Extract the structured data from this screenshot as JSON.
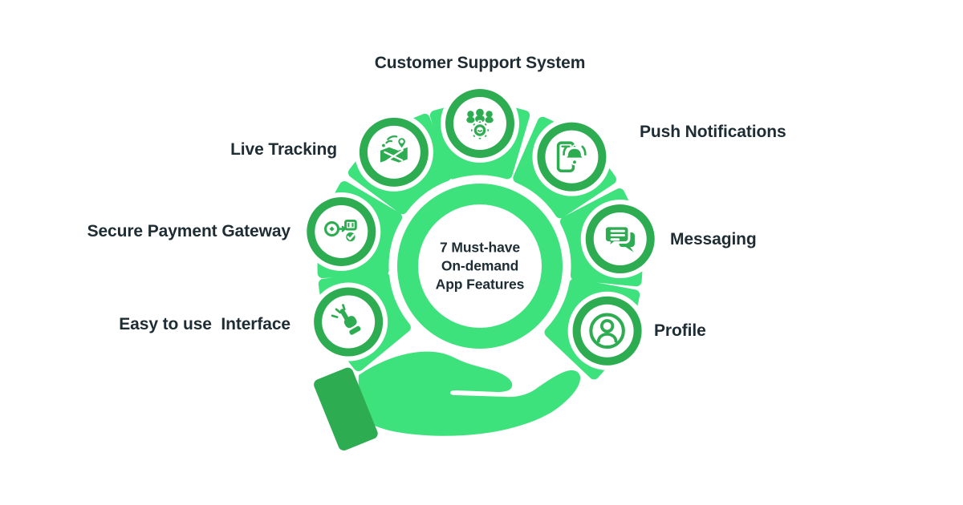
{
  "infographic": {
    "center_heading": "7 Must-have\nOn-demand\nApp Features"
  },
  "features": [
    {
      "label": "Customer Support System",
      "icon": "customer-support-icon"
    },
    {
      "label": "Push Notifications",
      "icon": "push-notifications-icon"
    },
    {
      "label": "Messaging",
      "icon": "messaging-icon"
    },
    {
      "label": "Profile",
      "icon": "profile-icon"
    },
    {
      "label": "Live Tracking",
      "icon": "live-tracking-icon"
    },
    {
      "label": "Secure Payment Gateway",
      "icon": "secure-payment-icon"
    },
    {
      "label": "Easy to use  Interface",
      "icon": "tap-gesture-icon"
    }
  ],
  "colors": {
    "petal_green": "#3EE27C",
    "node_green": "#2EAC52",
    "icon_green": "#2EAC52",
    "text_dark": "#1E2C33",
    "background": "#FFFFFF"
  }
}
